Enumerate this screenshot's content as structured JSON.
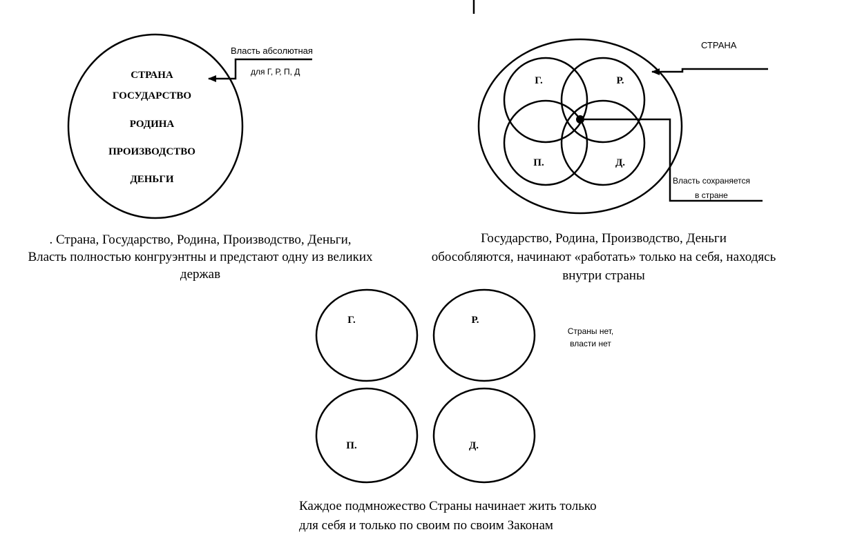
{
  "panel_1": {
    "items": [
      "СТРАНА",
      "ГОСУДАРСТВО",
      "РОДИНА",
      "ПРОИЗВОДСТВО",
      "ДЕНЬГИ"
    ],
    "annotation_line_1": "Власть абсолютная",
    "annotation_line_2": "для Г, Р, П, Д",
    "caption_line_1": ". Страна, Государство, Родина, Производство, Деньги,",
    "caption_line_2": "Власть полностью конгруэнтны и предстают одну из великих",
    "caption_line_3": "держав"
  },
  "panel_2": {
    "outer_label": "СТРАНА",
    "label_g": "Г.",
    "label_r": "Р.",
    "label_p": "П.",
    "label_d": "Д.",
    "annotation_line_1": "Власть сохраняется",
    "annotation_line_2": "в стране",
    "caption_line_1": "Государство, Родина, Производство, Деньги",
    "caption_line_2": "обособляются, начинают «работать» только на себя, находясь",
    "caption_line_3": "внутри страны"
  },
  "panel_3": {
    "label_g": "Г.",
    "label_r": "Р.",
    "label_p": "П.",
    "label_d": "Д.",
    "note_line_1": "Страны нет,",
    "note_line_2": "власти нет",
    "caption_line_1": "Каждое подмножество Страны начинает жить только",
    "caption_line_2": "для себя и только по своим по своим Законам"
  }
}
